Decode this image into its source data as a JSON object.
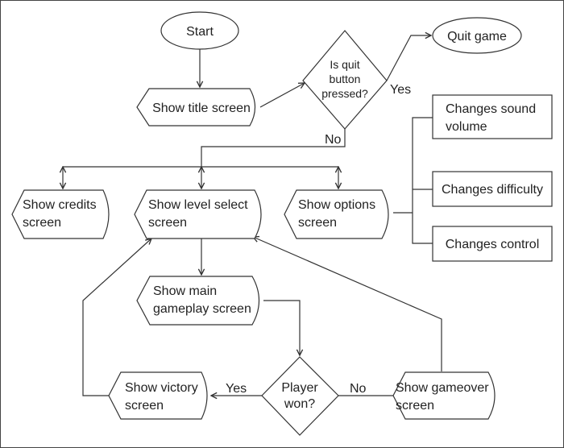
{
  "nodes": {
    "start": "Start",
    "quit_decision": [
      "Is quit",
      "button",
      "pressed?"
    ],
    "quit_game": "Quit game",
    "title_screen": "Show title screen",
    "credits": [
      "Show credits",
      "screen"
    ],
    "level_select": [
      "Show level select",
      "screen"
    ],
    "options": [
      "Show options",
      "screen"
    ],
    "sound_volume": [
      "Changes sound",
      "volume"
    ],
    "difficulty": "Changes difficulty",
    "control": "Changes control",
    "main_gameplay": [
      "Show main",
      "gameplay screen"
    ],
    "player_won": [
      "Player",
      "won?"
    ],
    "victory": [
      "Show victory",
      "screen"
    ],
    "gameover": [
      "Show gameover",
      "screen"
    ]
  },
  "labels": {
    "quit_yes": "Yes",
    "quit_no": "No",
    "won_yes": "Yes",
    "won_no": "No"
  }
}
